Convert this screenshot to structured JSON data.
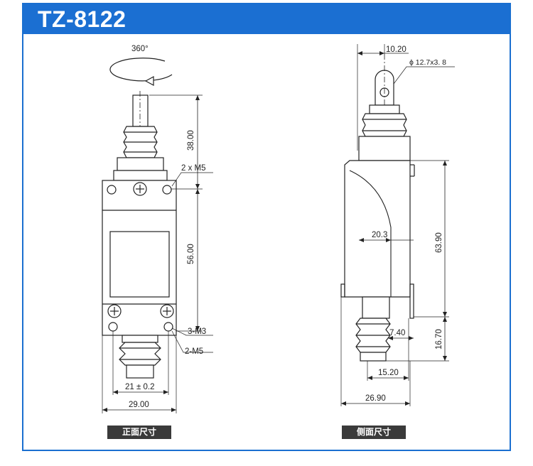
{
  "header": {
    "title": "TZ-8122"
  },
  "front_view": {
    "rotation_label": "360°",
    "dim_plunger_height": "38.00",
    "dim_mount_hole": "2 x M5",
    "dim_body_height": "56.00",
    "dim_bottom_screw": "3-M3",
    "dim_bottom_hole": "2-M5",
    "dim_hole_spacing": "21 ± 0.2",
    "dim_body_width": "29.00",
    "view_label": "正面尺寸"
  },
  "side_view": {
    "dim_roller_offset": "10.20",
    "dim_roller_size": "ϕ 12.7x3. 8",
    "dim_inner_width": "20.3",
    "dim_body_height": "63.90",
    "dim_boot_offset": "7.40",
    "dim_boot_height": "16.70",
    "dim_boot_width": "15.20",
    "dim_total_width": "26.90",
    "view_label": "侧面尺寸"
  },
  "colors": {
    "header": "#1b6fd2",
    "frame": "#1a6fd0",
    "line": "#222222",
    "badge": "#3a3a3a"
  }
}
